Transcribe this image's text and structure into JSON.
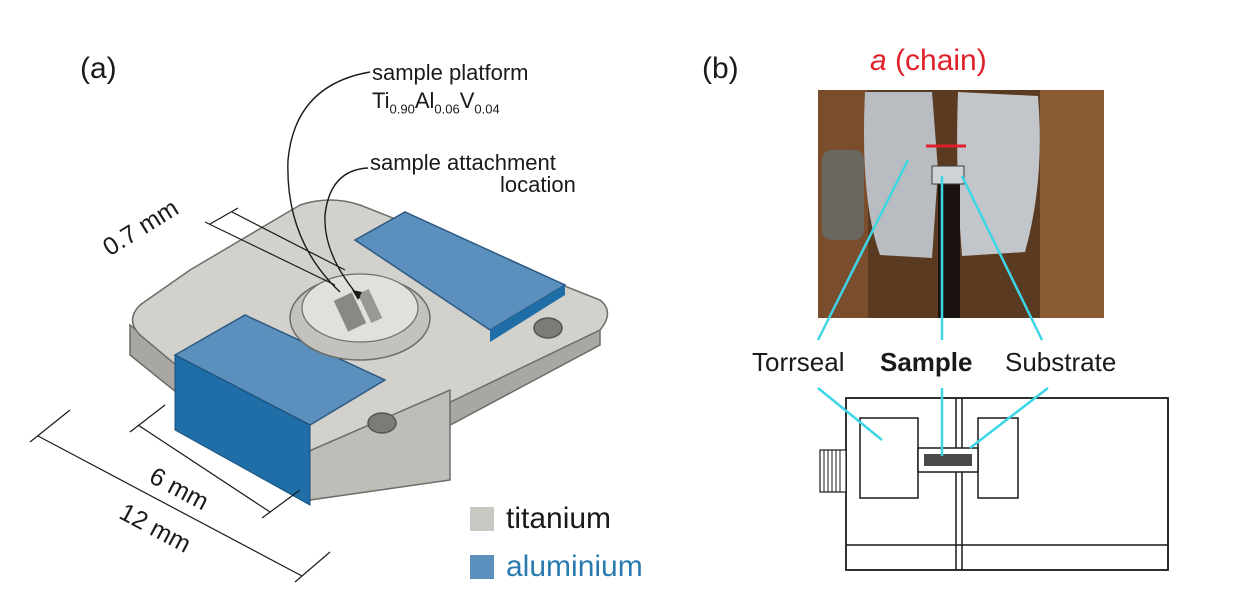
{
  "panel_a": {
    "label": "(a)",
    "callout_platform_line1": "sample platform",
    "formula": {
      "ti": "Ti",
      "ti_sub": "0.90",
      "al": "Al",
      "al_sub": "0.06",
      "v": "V",
      "v_sub": "0.04"
    },
    "callout_attach_line1": "sample attachment",
    "callout_attach_line2": "location",
    "dim_thickness": "0.7 mm",
    "dim_inner": "6 mm",
    "dim_outer": "12 mm",
    "legend": [
      {
        "label": "titanium",
        "color": "#c9c7c2",
        "text_color": "#1a1a1a"
      },
      {
        "label": "aluminium",
        "color": "#5b8fbd",
        "text_color": "#2a7ab0"
      }
    ]
  },
  "panel_b": {
    "label": "(b)",
    "title_italic": "a",
    "title_rest": " (chain)",
    "labels": {
      "torrseal": "Torrseal",
      "sample": "Sample",
      "substrate": "Substrate"
    },
    "colors": {
      "leader": "#3dd6e6",
      "marker": "#e0202a"
    }
  }
}
